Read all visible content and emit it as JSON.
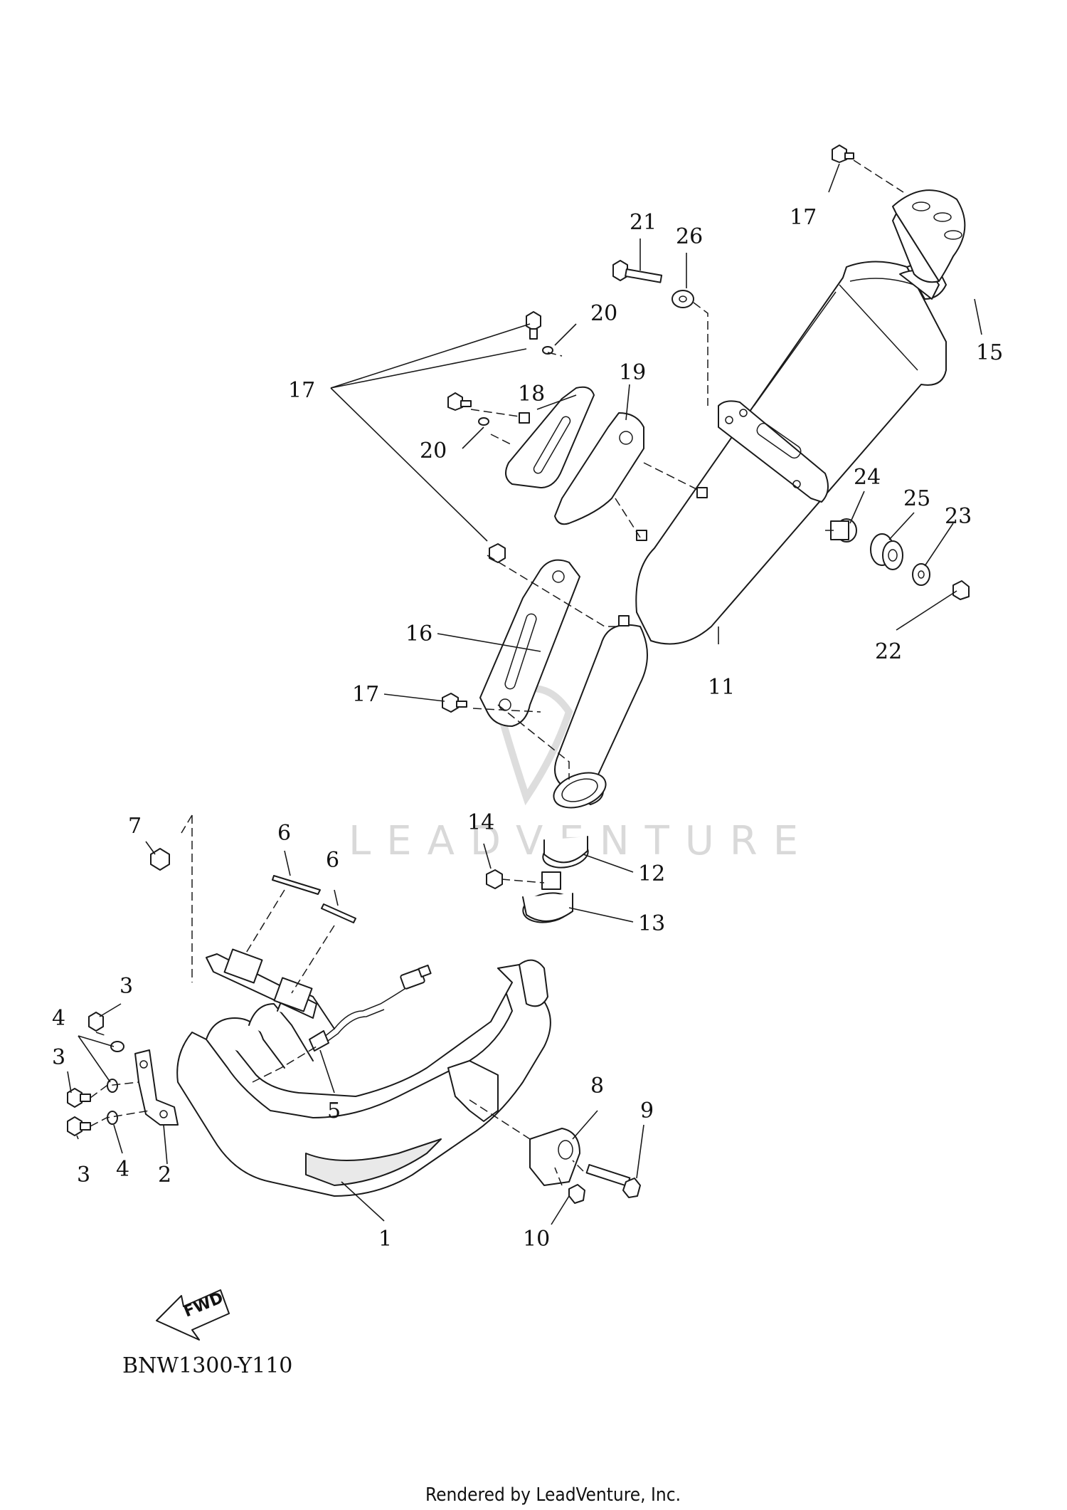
{
  "diagram": {
    "diagram_code": "BNW1300-Y110",
    "footer": "Rendered by LeadVenture, Inc.",
    "watermark": "LEADVENTURE",
    "fwd_label": "FWD"
  },
  "callouts": {
    "c1": "1",
    "c2": "2",
    "c3a": "3",
    "c3b": "3",
    "c3c": "3",
    "c4a": "4",
    "c4b": "4",
    "c5": "5",
    "c6a": "6",
    "c6b": "6",
    "c7": "7",
    "c8": "8",
    "c9": "9",
    "c10": "10",
    "c11": "11",
    "c12": "12",
    "c13": "13",
    "c14": "14",
    "c15": "15",
    "c16": "16",
    "c17a": "17",
    "c17b": "17",
    "c17c": "17",
    "c18": "18",
    "c19": "19",
    "c20a": "20",
    "c20b": "20",
    "c21": "21",
    "c22": "22",
    "c23": "23",
    "c24": "24",
    "c25": "25",
    "c26": "26"
  }
}
